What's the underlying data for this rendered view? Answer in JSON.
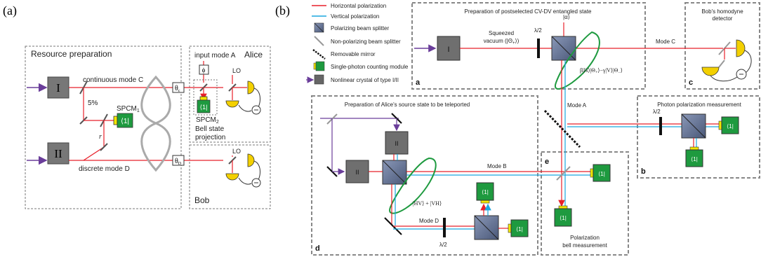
{
  "panel_a": {
    "tag": "(a)",
    "resource": {
      "title": "Resource preparation",
      "crystal1": "I",
      "crystal2": "II",
      "mode_c": "continuous mode C",
      "mode_d": "discrete mode D",
      "ratio": "5%",
      "r": "r",
      "spcm1_label": "SPCM",
      "spcm1_sub": "1",
      "spcm_glyph": "⟨1|"
    },
    "alice": {
      "title": "Alice",
      "input_mode": "input mode A",
      "phi": "ϕ",
      "lo": "LO",
      "spcm2_label": "SPCM",
      "spcm2_sub": "2",
      "bell1": "Bell state",
      "bell2": "projection",
      "theta_c": "θ",
      "theta_c_sub": "c"
    },
    "bob": {
      "title": "Bob",
      "lo": "LO",
      "theta_d": "θ",
      "theta_d_sub": "D"
    }
  },
  "panel_b": {
    "tag": "(b)",
    "legend": {
      "horizontal": "Horizontal polarization",
      "vertical": "Vertical polarization",
      "pbs": "Polarizing beam splitter",
      "npbs": "Non-polarizing beam splitter",
      "mirror": "Removable mirror",
      "spcm": "Single-photon counting module",
      "crystal": "Nonlinear crystal of type I/II"
    },
    "box_a": {
      "title": "Preparation of postselected CV-DV entangled state",
      "label": "a",
      "squeezed1": "Squeezed",
      "squeezed2": "vacuum (|Θ",
      "squeezed2_sub": "+",
      "squeezed2_end": "⟩)",
      "alpha": "|α⟩",
      "lambda": "λ/2",
      "state": "β|H⟩|Θ",
      "state_sub": "+",
      "state_mid": "⟩−γ|V⟩|Θ",
      "state_sub2": "−",
      "state_end": "⟩",
      "crystal": "I",
      "mode_c": "Mode C"
    },
    "box_c": {
      "title1": "Bob's homodyne",
      "title2": "detector",
      "label": "c"
    },
    "box_d": {
      "title": "Preparation of Alice's source state to be teleported",
      "label": "d",
      "crystal1": "II",
      "crystal2": "II",
      "mode_b": "Mode B",
      "mode_d": "Mode D",
      "state": "|HV⟩ + |VH⟩",
      "lambda": "λ/2"
    },
    "mode_a": "Mode A",
    "box_b": {
      "title": "Photon polarization measurement",
      "label": "b",
      "lambda": "λ/2"
    },
    "box_e": {
      "label": "e",
      "title1": "Polarization",
      "title2": "bell measurement"
    },
    "spcm_glyph": "⟨1|",
    "colors": {
      "horizontal": "#e8202a",
      "vertical": "#1aa7df",
      "purple": "#6a3d9a",
      "spcm": "#1e9a3f",
      "spcm_head": "#f3e600"
    }
  }
}
